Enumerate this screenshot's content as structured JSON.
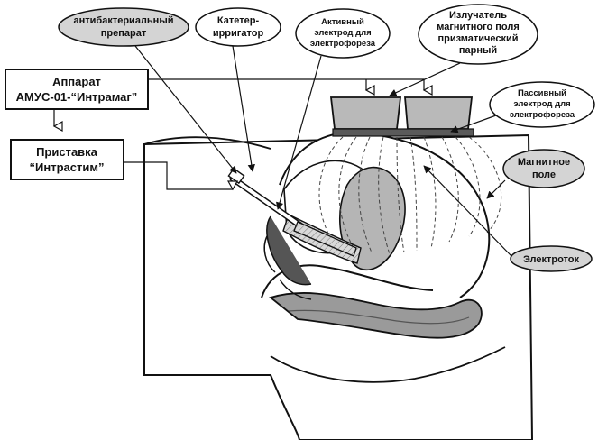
{
  "labels": {
    "antibacterial": {
      "l1": "антибактериальный",
      "l2": "препарат"
    },
    "catheter": {
      "l1": "Катетер-",
      "l2": "ирригатор"
    },
    "active_electrode": {
      "l1": "Активный",
      "l2": "электрод для",
      "l3": "электрофореза"
    },
    "emitter": {
      "l1": "Излучатель",
      "l2": "магнитного поля",
      "l3": "призматический",
      "l4": "парный"
    },
    "passive_electrode": {
      "l1": "Пассивный",
      "l2": "электрод для",
      "l3": "электрофореза"
    },
    "magnetic_field": {
      "l1": "Магнитное",
      "l2": "поле"
    },
    "current": {
      "l1": "Электроток"
    }
  },
  "boxes": {
    "device": {
      "l1": "Аппарат",
      "l2": "АМУС-01-“Интрамаг”"
    },
    "attachment": {
      "l1": "Приставка",
      "l2": "“Интрастим”"
    }
  },
  "colors": {
    "label_fill": "#d4d4d4",
    "emitter_fill": "#b9b9b9",
    "electrode_fill": "#5a5a5a",
    "organ_fill": "#b5b5b5",
    "body_fill": "#ffffff",
    "shade_fill": "#9a9a9a",
    "line": "#111111"
  }
}
